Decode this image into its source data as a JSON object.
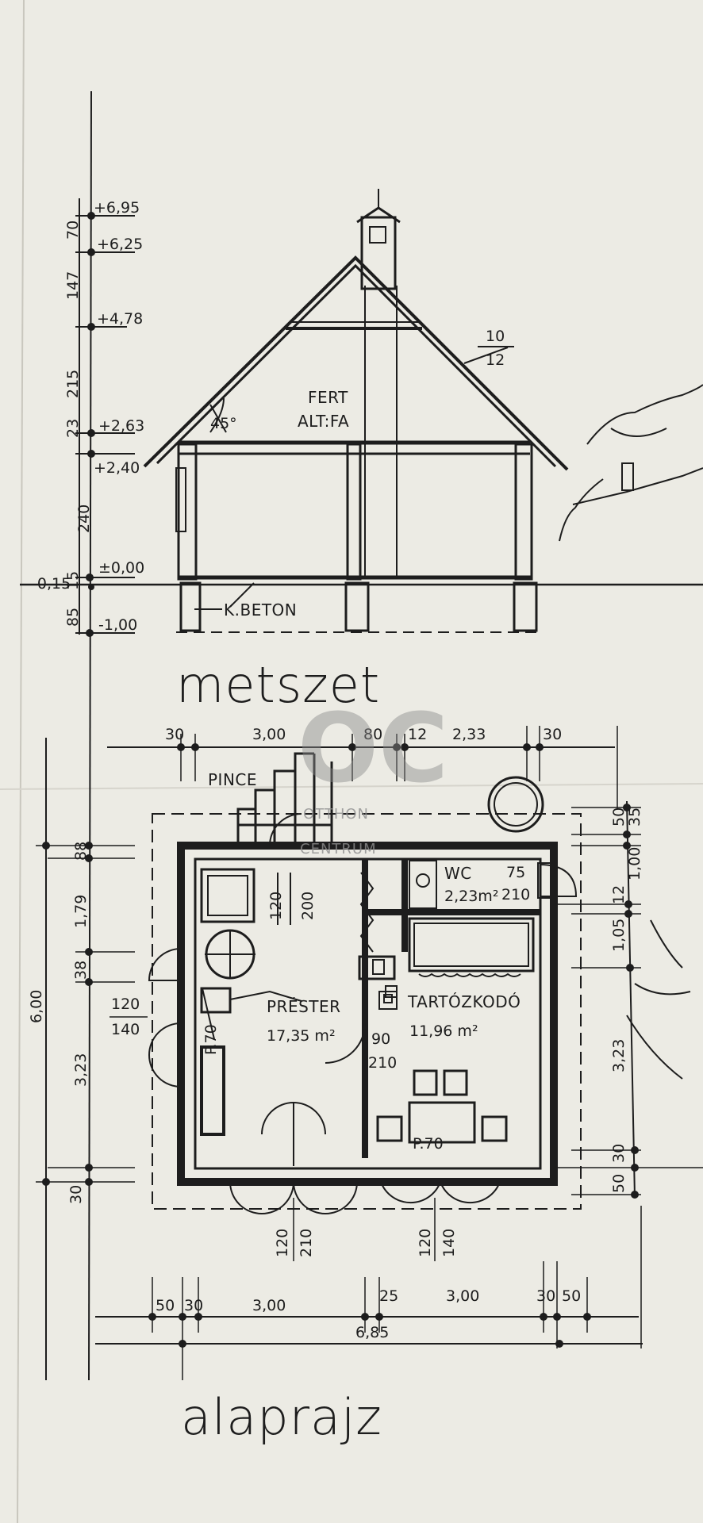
{
  "section": {
    "title": "metszet",
    "level_marks": [
      "+6,95",
      "+6,25",
      "+4,78",
      "+2,63",
      "+2,40",
      "±0,00",
      "-1,00",
      "-0,15"
    ],
    "vertical_dims": [
      "70",
      "147",
      "215",
      "23",
      "240",
      "15",
      "85"
    ],
    "roof_pitch": "45°",
    "slope_top": "10",
    "slope_bottom": "12",
    "ceiling_label_1": "FERT",
    "ceiling_label_2": "ALT:FA",
    "foundation_label": "K.BETON"
  },
  "plan": {
    "title": "alaprajz",
    "top_dims": [
      "30",
      "3,00",
      "80",
      "12",
      "2,33",
      "30"
    ],
    "bottom_dims": [
      "50",
      "30",
      "3,00",
      "25",
      "3,00",
      "30",
      "50"
    ],
    "total_width": "6,85",
    "left_dims": [
      "6,00",
      "88",
      "1,79",
      "38",
      "3,23",
      "30"
    ],
    "right_dims": [
      "50",
      "35",
      "1,00",
      "12",
      "1,05",
      "3,23",
      "30",
      "50"
    ],
    "rooms": {
      "cellar": "PINCE",
      "wc_name": "WC",
      "wc_area": "2,23m²",
      "wc_door_top": "75",
      "wc_door_bottom": "210",
      "press_name": "PRÉSTER",
      "press_area": "17,35 m²",
      "living_name": "TARTÓZKODÓ",
      "living_area": "11,96 m²"
    },
    "openings": {
      "door_inner_top": "90",
      "door_inner_bottom": "210",
      "left_window_top": "120",
      "left_window_bottom": "140",
      "inner_height": "120",
      "inner_height2": "200",
      "bottom_door_top": "120",
      "bottom_door_bottom": "210",
      "bottom_window_top": "120",
      "bottom_window_bottom": "140",
      "pillar_1": "P.70",
      "pillar_2": "P.70"
    }
  },
  "watermark": {
    "logo": "OC",
    "line1": "OTTHON",
    "line2": "CENTRUM"
  },
  "colors": {
    "paper": "#ecebe4",
    "ink": "#1d1d1d",
    "watermark": "#8e8e8e"
  }
}
